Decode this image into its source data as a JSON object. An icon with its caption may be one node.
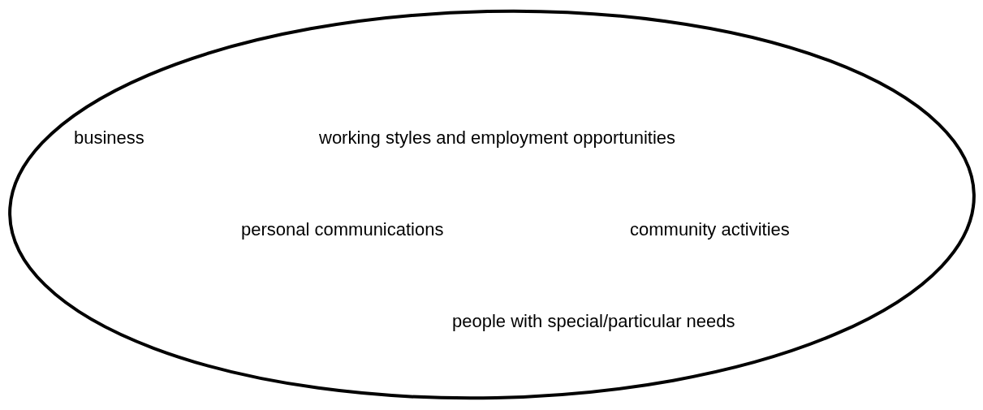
{
  "diagram": {
    "nodes": [
      {
        "text": [
          "business",
          "working styles and employment opportunities",
          "personal communications",
          "community activities",
          "people with special/particular needs"
        ]
      }
    ]
  }
}
